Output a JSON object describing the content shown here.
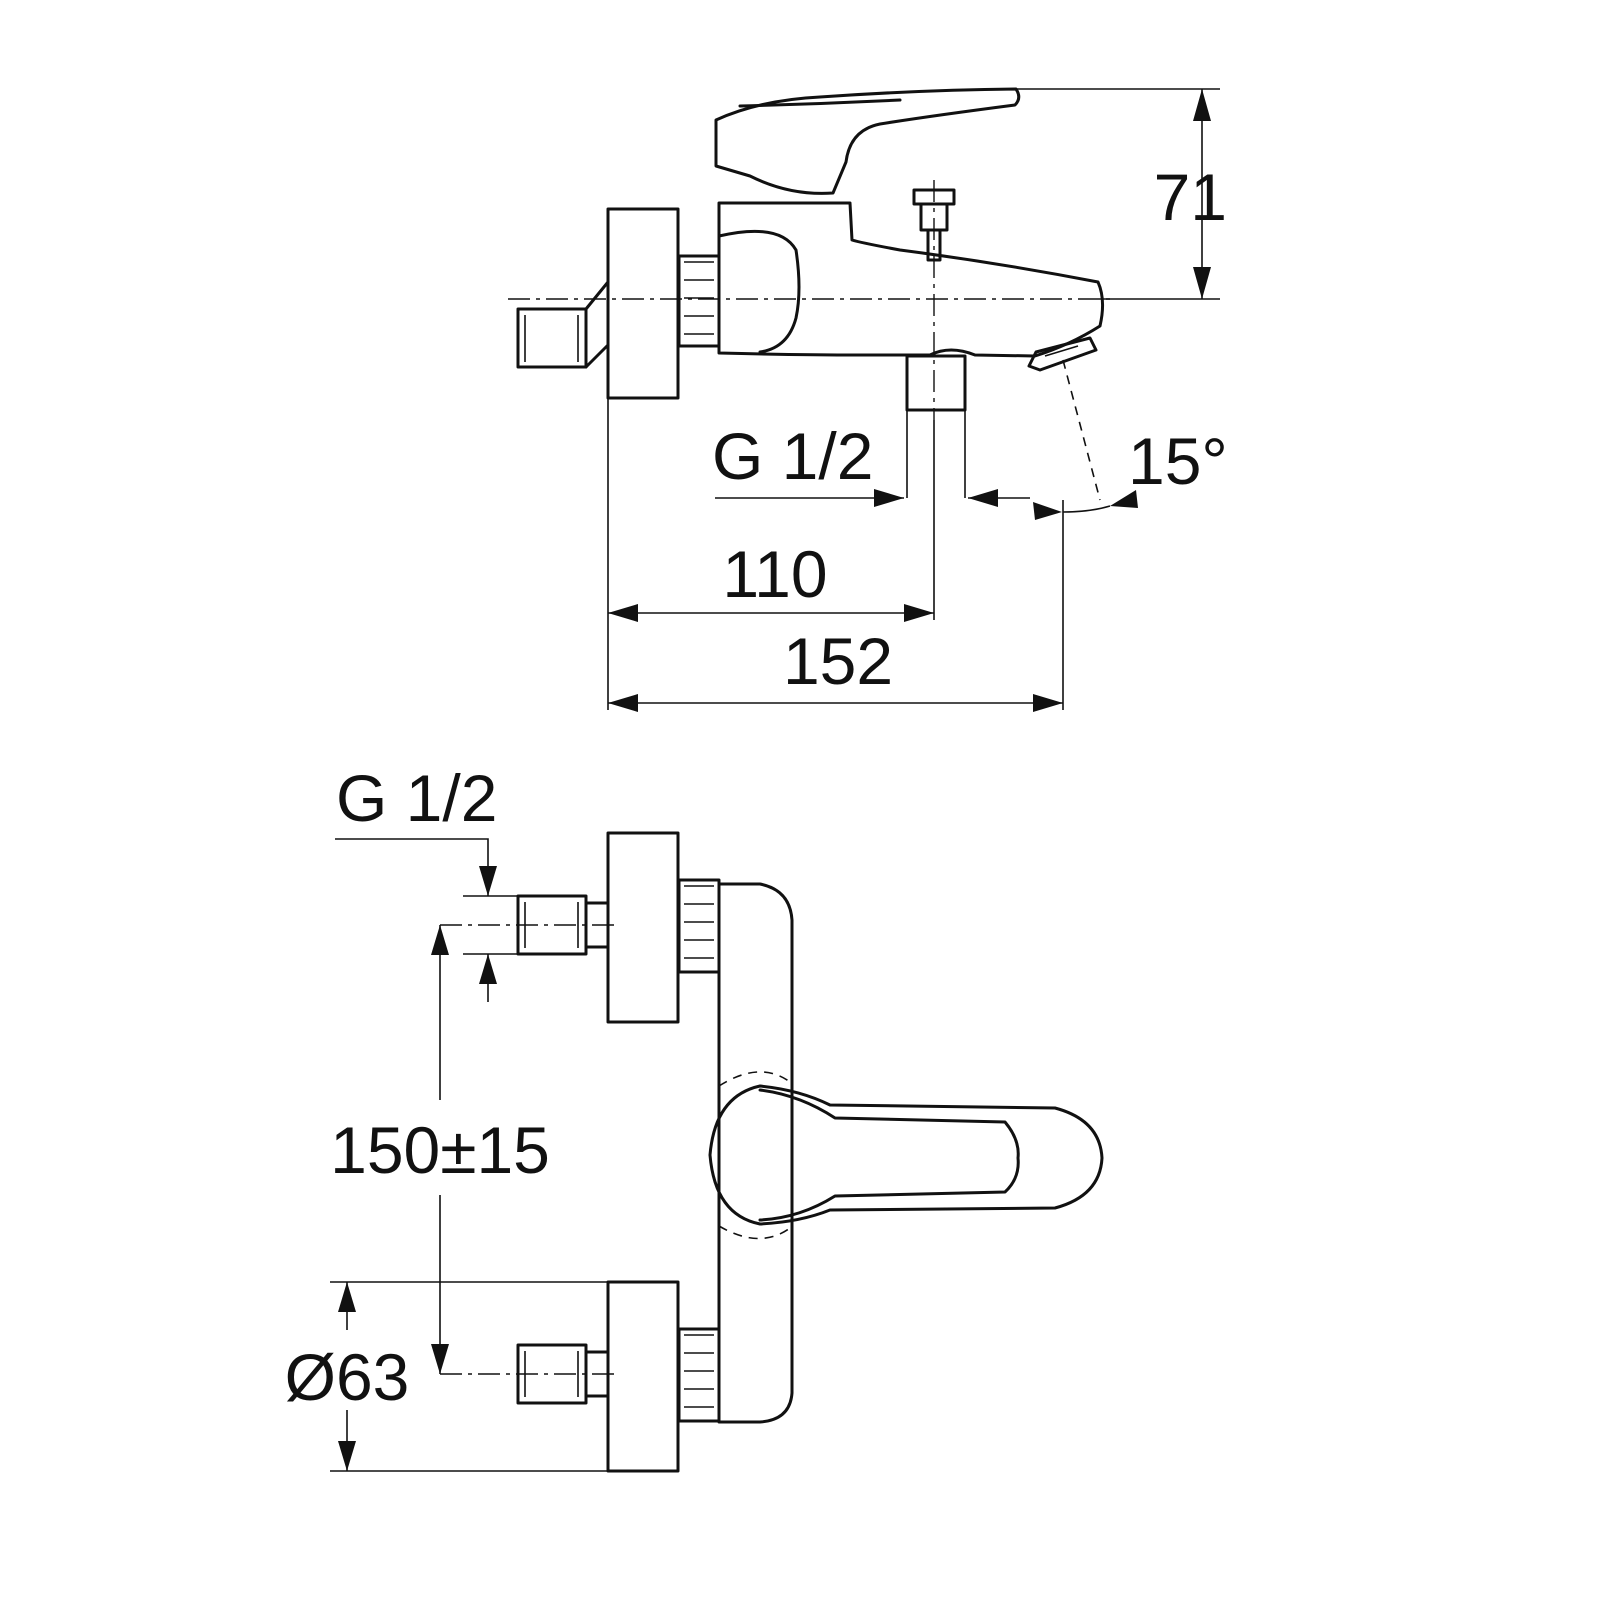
{
  "colors": {
    "line": "#111111",
    "background": "#ffffff"
  },
  "side_view": {
    "height_label": "71",
    "outlet_label": "G 1/2",
    "angle_label": "15°",
    "projection_label": "110",
    "overall_label": "152"
  },
  "front_view": {
    "inlet_label": "G 1/2",
    "spacing_label": "150±15",
    "rosette_label": "Ø63"
  }
}
